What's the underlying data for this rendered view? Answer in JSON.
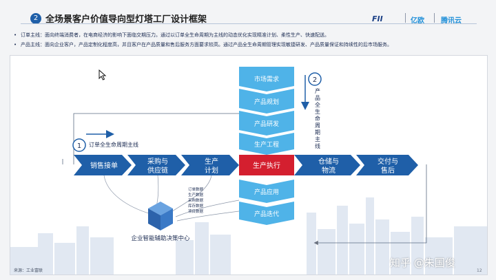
{
  "header": {
    "number": "2",
    "title": "全场景客户价值导向型灯塔工厂设计框架",
    "logos": [
      "FII",
      "亿欧",
      "腾讯云"
    ]
  },
  "notes": [
    "订单主线：面向终端消费者，在电商经济的影响下面临交期压力。通过以订单全生命周期为主线的动态优化实现精准计划、柔性生产、快速配送。",
    "产品主线：面向企业客户，产品定制化程度高，并且客户在产品质量和售后服务方面要求较高。通过产品全生命周期管理实现敏捷研发、产品质量保证和持续性的后市场服务。"
  ],
  "diagram": {
    "vertical_blocks_top": [
      "市场需求",
      "产品规划",
      "产品研发",
      "生产工程"
    ],
    "center_block": "生产执行",
    "vertical_blocks_bottom": [
      "产品应用",
      "产品迭代"
    ],
    "order_chevrons": [
      [
        "销售接单"
      ],
      [
        "采购与",
        "供应链"
      ],
      [
        "生产",
        "计划"
      ]
    ],
    "delivery_chevrons": [
      [
        "仓储与",
        "物流"
      ],
      [
        "交付与",
        "售后"
      ]
    ],
    "order_line": {
      "number": "1",
      "label": "订单全生命周期主线"
    },
    "product_line": {
      "number": "2",
      "label": [
        "产",
        "品",
        "全",
        "生",
        "命",
        "周",
        "期",
        "主",
        "线"
      ]
    },
    "data_labels": [
      "订单数据",
      "生产数据",
      "采购数据",
      "库存数据",
      "项目数据"
    ],
    "decision_center": "企业智能辅助决策中心"
  },
  "footer": {
    "source": "来源：工业富联",
    "watermark": "知乎 @朱国俊",
    "page": "12"
  },
  "colors": {
    "primary_blue": "#1f5fa8",
    "light_blue": "#4fb3e8",
    "accent_red": "#d41f2f",
    "cube_blue": "#3a79c6"
  }
}
